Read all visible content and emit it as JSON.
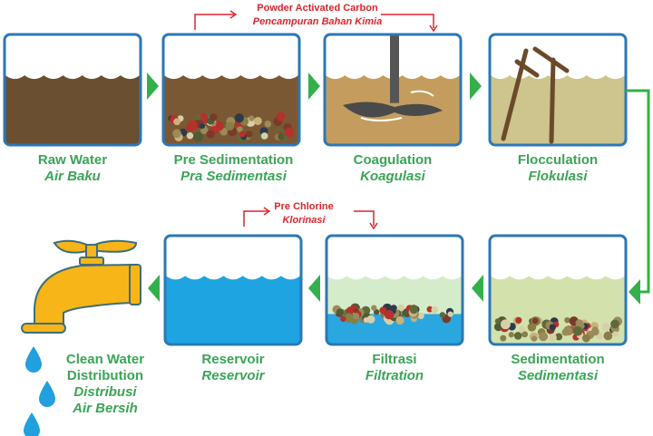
{
  "stages": [
    {
      "id": "raw-water",
      "en": "Raw Water",
      "id_label": "Air Baku",
      "water": "#6a4f30"
    },
    {
      "id": "pre-sedimentation",
      "en": "Pre Sedimentation",
      "id_label": "Pra Sedimentasi",
      "water": "#7b5834"
    },
    {
      "id": "coagulation",
      "en": "Coagulation",
      "id_label": "Koagulasi",
      "water": "#c49d5e"
    },
    {
      "id": "flocculation",
      "en": "Flocculation",
      "id_label": "Flokulasi",
      "water": "#cdc48e"
    },
    {
      "id": "sedimentation",
      "en": "Sedimentation",
      "id_label": "Sedimentasi",
      "water": "#d3e2ad"
    },
    {
      "id": "filtration",
      "en": "Filtrasi",
      "id_label": "Filtration",
      "water": "#d4ecca",
      "water2": "#2aa7df"
    },
    {
      "id": "reservoir",
      "en": "Reservoir",
      "id_label": "Reservoir",
      "water": "#1ea4e0"
    }
  ],
  "distribution": {
    "en1": "Clean Water",
    "en2": "Distribution",
    "id1": "Distribusi",
    "id2": "Air Bersih"
  },
  "annotations": {
    "pac": {
      "en": "Powder Activated Carbon",
      "id_label": "Pencampuran Bahan Kimia"
    },
    "chlorine": {
      "en": "Pre Chlorine",
      "id_label": "Klorinasi"
    }
  },
  "colors": {
    "border": "#2a78b8",
    "arrow": "#33b04a",
    "red": "#d9262e",
    "faucet": "#f7b518",
    "faucet_outline": "#3b6f7a",
    "drop": "#22a0de"
  }
}
